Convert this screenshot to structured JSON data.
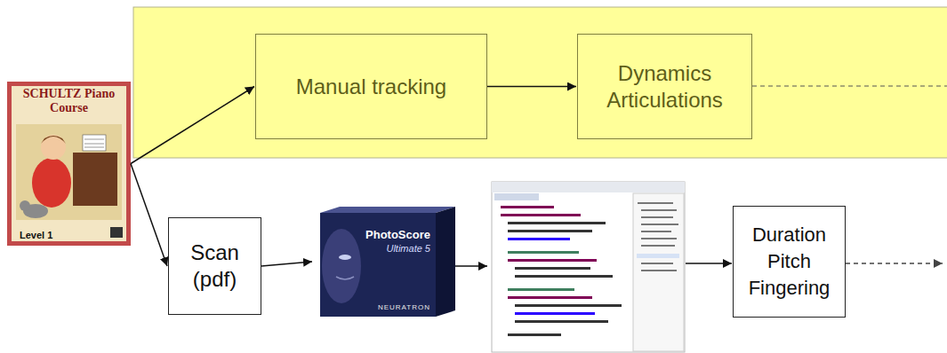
{
  "diagram": {
    "nodes": [
      {
        "text": [
          "SCHULTZ Piano Course",
          "Level 1"
        ]
      },
      {
        "text": [
          "Manual tracking"
        ]
      },
      {
        "text": [
          "Dynamics Articulations"
        ]
      },
      {
        "text": [
          "Scan (pdf)"
        ]
      },
      {
        "text": [
          "PhotoScore",
          "Ultimate 5",
          "NEURATRON"
        ]
      },
      {
        "text": [
          "Duration Pitch Fingering"
        ]
      }
    ],
    "edges": [
      {
        "from": 0,
        "to": 1,
        "arrow": "to"
      },
      {
        "from": 1,
        "to": 2,
        "arrow": "to"
      },
      {
        "from": 0,
        "to": 3,
        "arrow": "to"
      },
      {
        "from": 3,
        "to": 4,
        "arrow": "to"
      }
    ]
  }
}
